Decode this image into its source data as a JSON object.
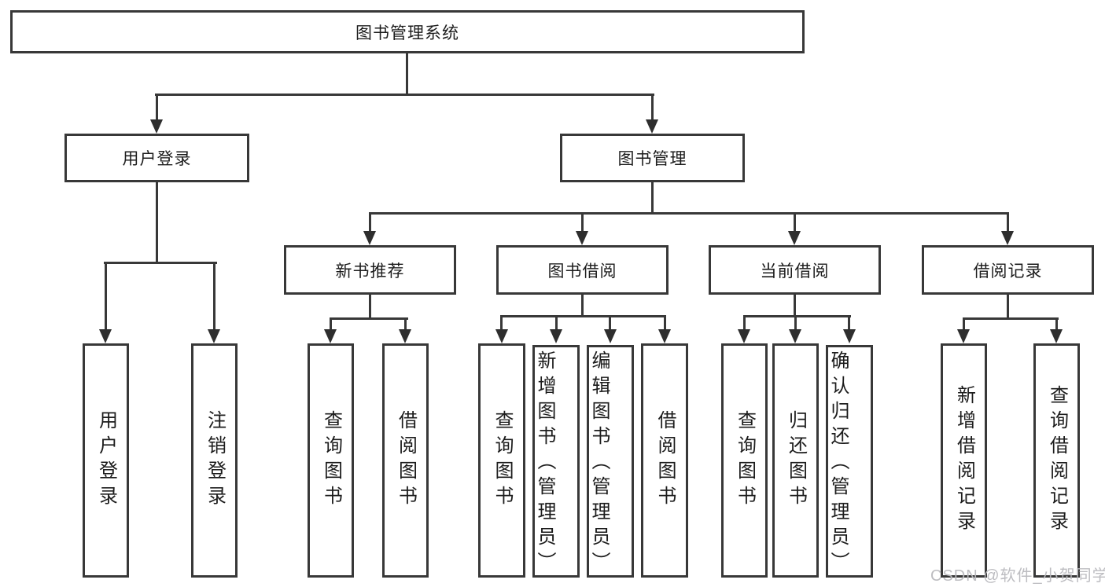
{
  "tree": {
    "root": "图书管理系统",
    "branches": [
      {
        "label": "用户登录",
        "children": [
          "用户登录",
          "注销登录"
        ]
      },
      {
        "label": "图书管理",
        "groups": [
          {
            "label": "新书推荐",
            "children": [
              "查询图书",
              "借阅图书"
            ]
          },
          {
            "label": "图书借阅",
            "children": [
              "查询图书",
              "新增图书（管理员）",
              "编辑图书（管理员）",
              "借阅图书"
            ]
          },
          {
            "label": "当前借阅",
            "children": [
              "查询图书",
              "归还图书",
              "确认归还（管理员）"
            ]
          },
          {
            "label": "借阅记录",
            "children": [
              "新增借阅记录",
              "查询借阅记录"
            ]
          }
        ]
      }
    ]
  },
  "watermark": {
    "text": "CSDN @软件_小贺同学"
  },
  "colors": {
    "line": "#383838",
    "arrow": "#2e2e2e",
    "text": "#1c1c1c",
    "watermark": "#b9b9be",
    "background": "#ffffff"
  }
}
